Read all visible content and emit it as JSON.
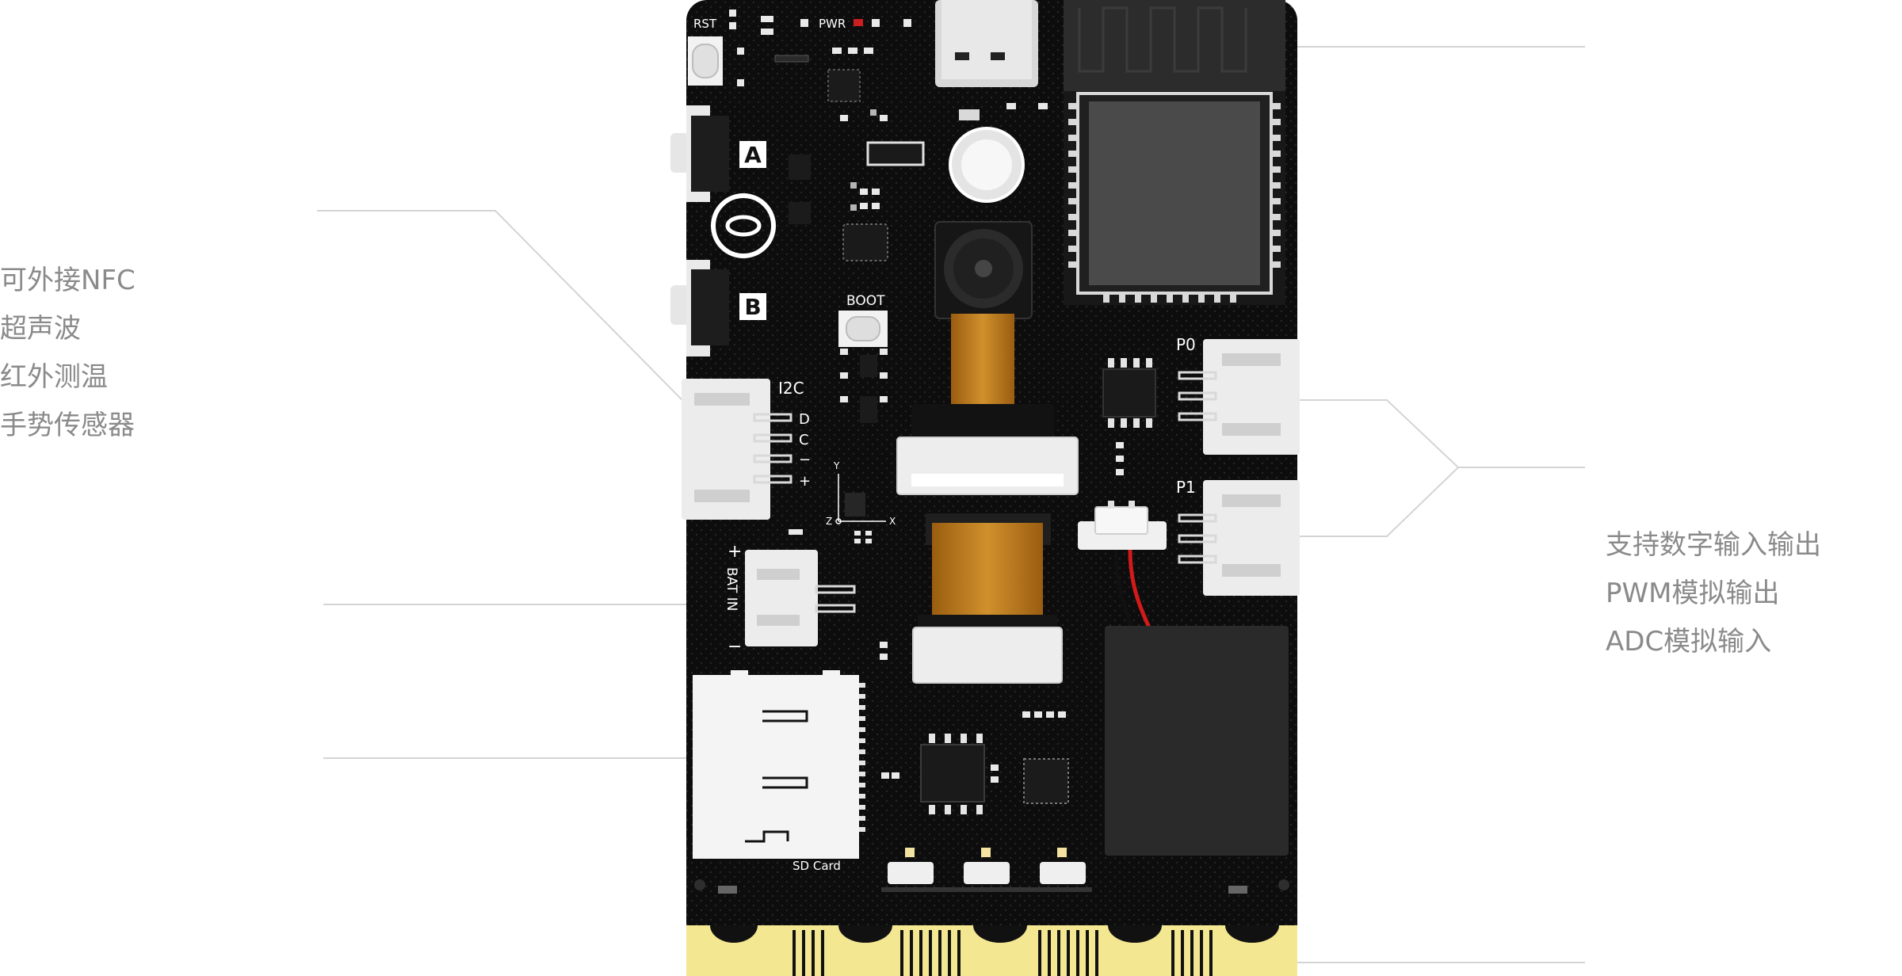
{
  "board": {
    "silkscreen": {
      "rst": "RST",
      "pwr": "PWR",
      "button_a": "A",
      "button_b": "B",
      "boot": "BOOT",
      "i2c": "I2C",
      "i2c_d": "D",
      "i2c_c": "C",
      "i2c_minus": "−",
      "i2c_plus": "+",
      "axis_y": "Y",
      "axis_x": "X",
      "axis_z": "Z",
      "bat_plus": "+",
      "bat_in": "BAT IN",
      "bat_minus": "−",
      "p0": "P0",
      "p1": "P1",
      "sd_card": "SD Card"
    }
  },
  "callouts": {
    "left_group": [
      "可外接NFC",
      "超声波",
      "红外测温",
      "手势传感器"
    ],
    "right_group": [
      "支持数字输入输出",
      "PWM模拟输出",
      "ADC模拟输入"
    ]
  }
}
